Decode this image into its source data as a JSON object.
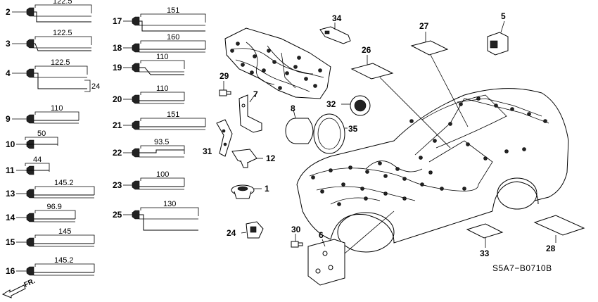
{
  "diagram_code": "S5A7−B0710B",
  "direction_label": "FR.",
  "clips": [
    {
      "num": "2",
      "dim": "122.5"
    },
    {
      "num": "3",
      "dim": "122.5"
    },
    {
      "num": "4",
      "dim": "122.5",
      "dim2": "24"
    },
    {
      "num": "9",
      "dim": "110"
    },
    {
      "num": "10",
      "dim": "50"
    },
    {
      "num": "11",
      "dim": "44"
    },
    {
      "num": "13",
      "dim": "145.2"
    },
    {
      "num": "14",
      "dim": "96.9"
    },
    {
      "num": "15",
      "dim": "145"
    },
    {
      "num": "16",
      "dim": "145.2"
    },
    {
      "num": "17",
      "dim": "151"
    },
    {
      "num": "18",
      "dim": "160"
    },
    {
      "num": "19",
      "dim": "110"
    },
    {
      "num": "20",
      "dim": "110"
    },
    {
      "num": "21",
      "dim": "151"
    },
    {
      "num": "22",
      "dim": "93.5"
    },
    {
      "num": "23",
      "dim": "100"
    },
    {
      "num": "25",
      "dim": "130"
    }
  ],
  "parts": {
    "p1": "1",
    "p5": "5",
    "p6": "6",
    "p7": "7",
    "p8": "8",
    "p12": "12",
    "p24": "24",
    "p26": "26",
    "p27": "27",
    "p28": "28",
    "p29": "29",
    "p30": "30",
    "p31": "31",
    "p32": "32",
    "p33": "33",
    "p34": "34",
    "p35": "35"
  }
}
